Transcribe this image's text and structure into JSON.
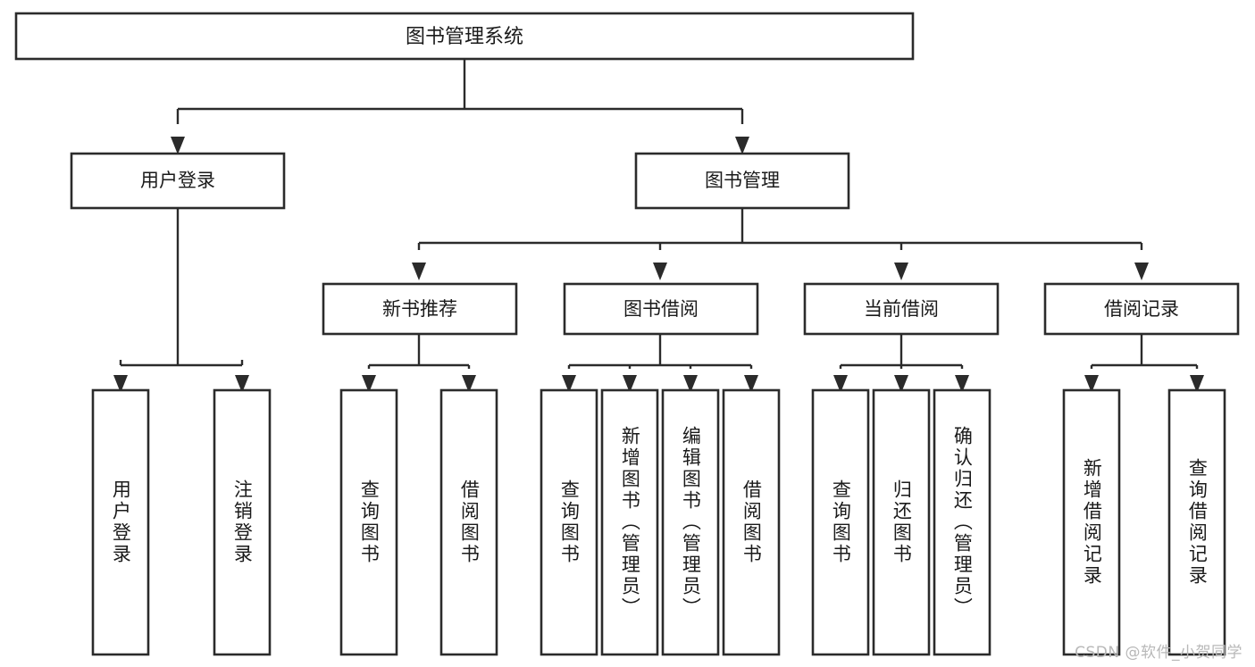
{
  "diagram": {
    "type": "tree-hierarchy",
    "title": "图书管理系统",
    "watermark": "CSDN @软件_小贺同学",
    "theme": {
      "box_fill": "#ffffff",
      "box_stroke": "#2b2b2b",
      "text_color": "#1a1a1a",
      "watermark_color": "#b8b8b8",
      "background": "#ffffff"
    },
    "levels": {
      "root": {
        "label": "图书管理系统"
      },
      "level2": [
        {
          "id": "user-login",
          "label": "用户登录"
        },
        {
          "id": "book-manage",
          "label": "图书管理"
        }
      ],
      "level3": [
        {
          "id": "new-book-recommend",
          "label": "新书推荐",
          "parent": "book-manage"
        },
        {
          "id": "book-borrow",
          "label": "图书借阅",
          "parent": "book-manage"
        },
        {
          "id": "current-borrow",
          "label": "当前借阅",
          "parent": "book-manage"
        },
        {
          "id": "borrow-record",
          "label": "借阅记录",
          "parent": "book-manage"
        }
      ],
      "leaves": [
        {
          "id": "leaf-user-login",
          "label": "用户登录",
          "parent": "user-login"
        },
        {
          "id": "leaf-logout-login",
          "label": "注销登录",
          "parent": "user-login"
        },
        {
          "id": "leaf-query-book-1",
          "label": "查询图书",
          "parent": "new-book-recommend"
        },
        {
          "id": "leaf-borrow-book-1",
          "label": "借阅图书",
          "parent": "new-book-recommend"
        },
        {
          "id": "leaf-query-book-2",
          "label": "查询图书",
          "parent": "book-borrow"
        },
        {
          "id": "leaf-add-book",
          "label": "新增图书（管理员）",
          "parent": "book-borrow"
        },
        {
          "id": "leaf-edit-book",
          "label": "编辑图书（管理员）",
          "parent": "book-borrow"
        },
        {
          "id": "leaf-borrow-book-2",
          "label": "借阅图书",
          "parent": "book-borrow"
        },
        {
          "id": "leaf-query-book-3",
          "label": "查询图书",
          "parent": "current-borrow"
        },
        {
          "id": "leaf-return-book",
          "label": "归还图书",
          "parent": "current-borrow"
        },
        {
          "id": "leaf-confirm-return",
          "label": "确认归还（管理员）",
          "parent": "current-borrow"
        },
        {
          "id": "leaf-add-borrow-record",
          "label": "新增借阅记录",
          "parent": "borrow-record"
        },
        {
          "id": "leaf-query-borrow-record",
          "label": "查询借阅记录",
          "parent": "borrow-record"
        }
      ]
    }
  }
}
